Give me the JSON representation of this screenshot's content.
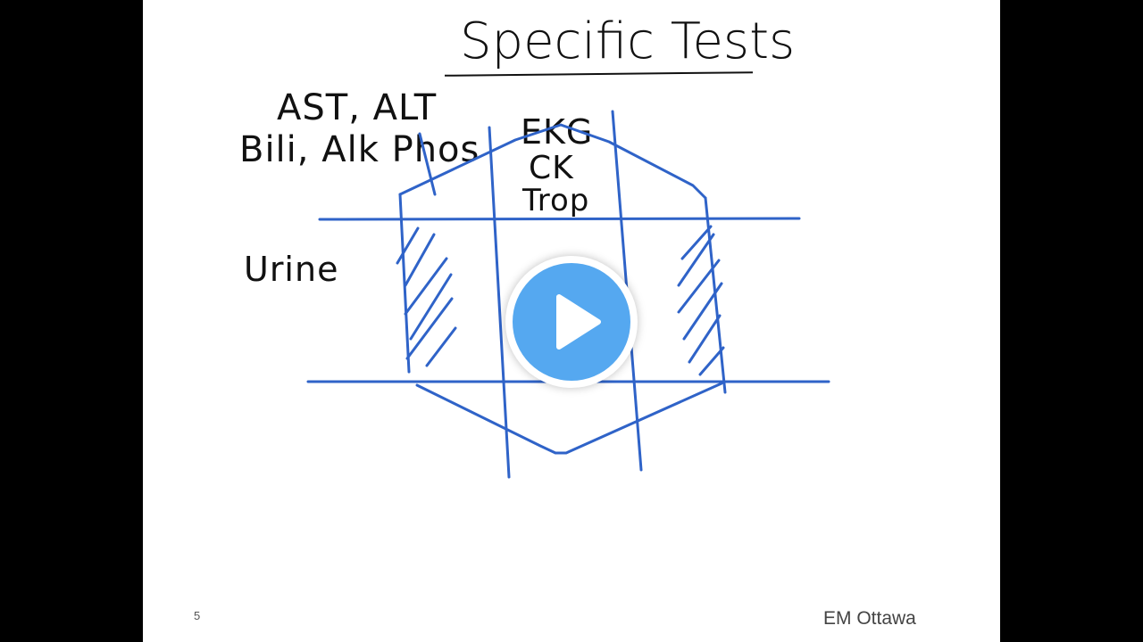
{
  "slide": {
    "title": "Specific Tests",
    "liver_tests_line1": "AST, ALT",
    "liver_tests_line2": "Bili, Alk Phos",
    "cardiac_tests": [
      "EKG",
      "CK",
      "Trop"
    ],
    "urine_label": "Urine",
    "slide_number": "5",
    "footer_brand": "EM Ottawa"
  },
  "colors": {
    "background": "#000000",
    "slide_background": "#ffffff",
    "ink": "#111111",
    "sketch_stroke": "#2f63c8",
    "play_button": "#55a8f0"
  },
  "video": {
    "play_icon": "play-icon"
  }
}
